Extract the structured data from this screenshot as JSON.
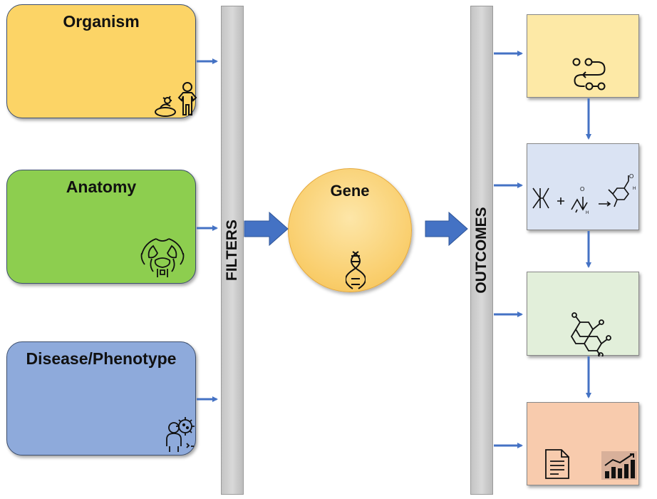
{
  "inputs": [
    {
      "label": "Organism",
      "color": "#fcd466",
      "icon": "organism-icon"
    },
    {
      "label": "Anatomy",
      "color": "#8dce4f",
      "icon": "anatomy-icon"
    },
    {
      "label": "Disease/Phenotype",
      "color": "#8eaadb",
      "icon": "disease-icon"
    }
  ],
  "filters_label": "FILTERS",
  "gene_label": "Gene",
  "outcomes_label": "OUTCOMES",
  "outcomes": [
    {
      "color": "#fde9a6",
      "icon": "pathway-icon"
    },
    {
      "color": "#dae3f3",
      "icon": "reaction-icon"
    },
    {
      "color": "#e2efda",
      "icon": "molecule-icon"
    },
    {
      "color": "#f8cbad",
      "icon": "report-chart-icon"
    }
  ],
  "arrow_color": "#4472c4"
}
